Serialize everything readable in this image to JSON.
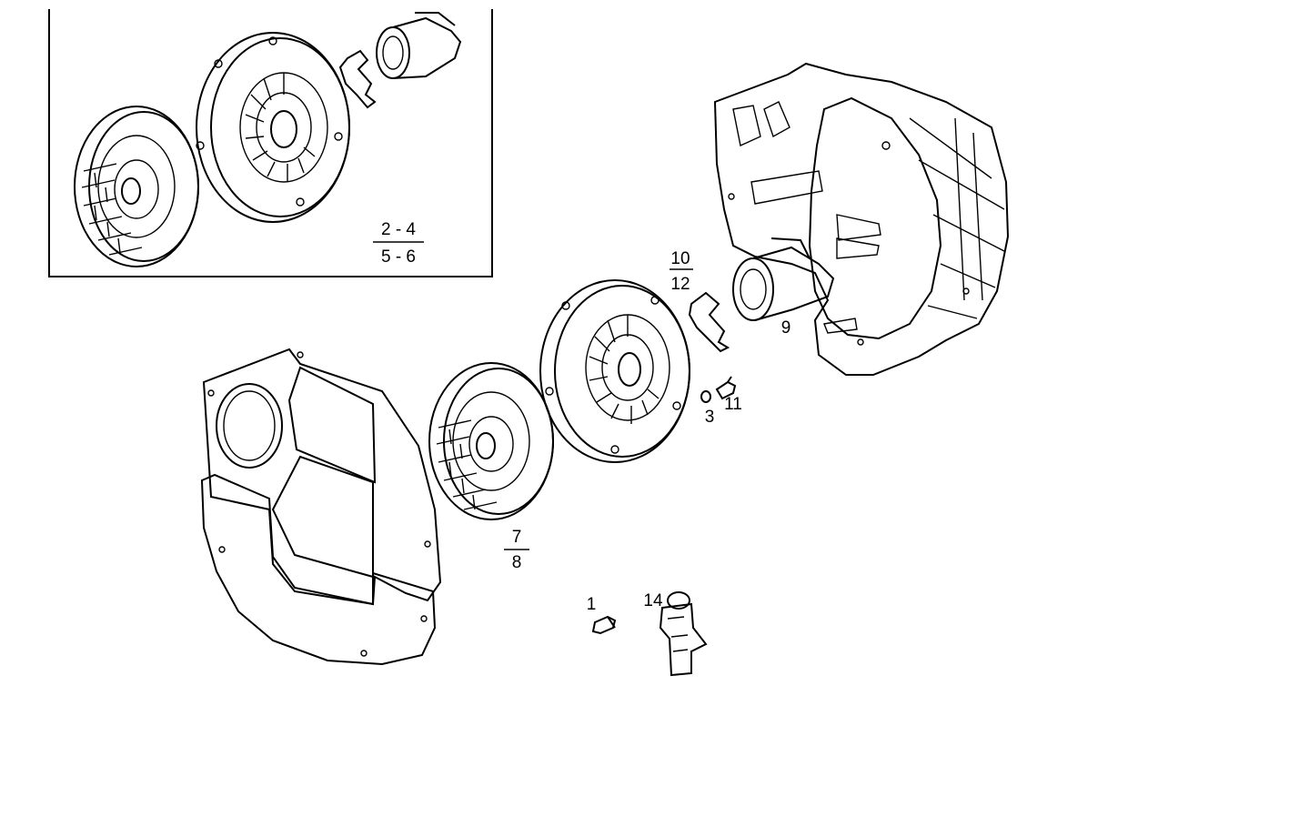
{
  "inset_labels": {
    "numerator": "2 - 4",
    "denominator": "5 - 6"
  },
  "callouts": {
    "release_bearing_fraction": {
      "numerator": "10",
      "denominator": "12"
    },
    "release_bearing": "9",
    "nut": "3",
    "bolt_pressure_plate": "11",
    "clutch_disc_fraction": {
      "numerator": "7",
      "denominator": "8"
    },
    "bolt": "1",
    "bracket": "14"
  },
  "colors": {
    "line": "#000000",
    "background": "#ffffff"
  }
}
